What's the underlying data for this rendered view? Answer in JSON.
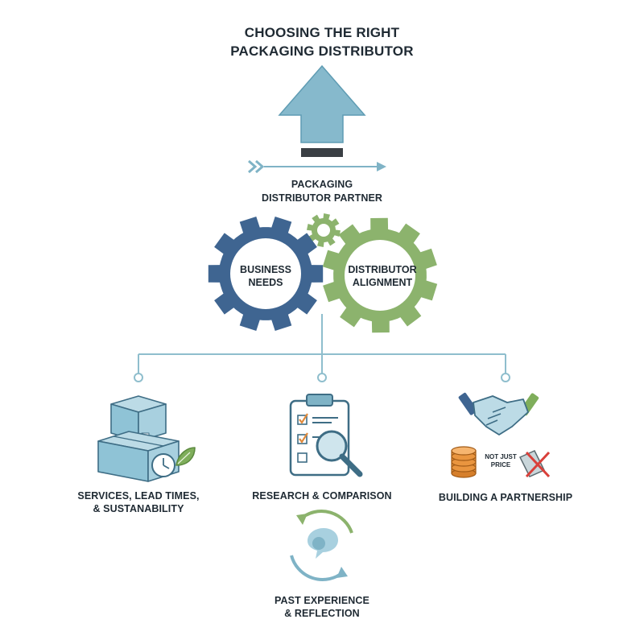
{
  "title": {
    "line1": "CHOOSING THE RIGHT",
    "line2": "PACKAGING DISTRIBUTOR"
  },
  "partner": {
    "line1": "PACKAGING",
    "line2": "DISTRIBUTOR PARTNER"
  },
  "gears": {
    "left": {
      "line1": "BUSINESS",
      "line2": "NEEDS",
      "color": "#3f6591"
    },
    "right": {
      "line1": "DISTRIBUTOR",
      "line2": "ALIGNMENT",
      "color": "#8cb36d"
    },
    "small_color": "#8cb36d"
  },
  "branches": {
    "left": {
      "line1": "SERVICES, LEAD TIMES,",
      "line2": "& SUSTANABILITY",
      "icon": "boxes-clock-leaf-icon"
    },
    "middle": {
      "line1": "RESEARCH & COMPARISON",
      "icon": "clipboard-magnifier-icon"
    },
    "right": {
      "line1": "BUILDING A PARTNERSHIP",
      "icon": "handshake-icon",
      "note_line1": "NOT JUST",
      "note_line2": "PRICE"
    }
  },
  "reflection": {
    "line1": "PAST EXPERIENCE",
    "line2": "& REFLECTION",
    "icon": "cycle-speech-icon"
  },
  "colors": {
    "accent": "#7fb3c6",
    "navy": "#3f6591",
    "green": "#8cb36d",
    "orange": "#e08a3c",
    "red": "#d9403a",
    "line": "#8fbecd"
  }
}
